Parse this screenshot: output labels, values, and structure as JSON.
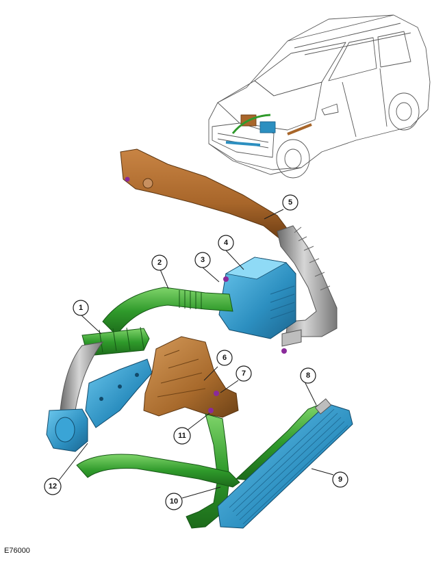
{
  "figure_id": "E76000",
  "callouts": [
    {
      "id": "1",
      "label": "1"
    },
    {
      "id": "2",
      "label": "2"
    },
    {
      "id": "3",
      "label": "3"
    },
    {
      "id": "4",
      "label": "4"
    },
    {
      "id": "5",
      "label": "5"
    },
    {
      "id": "6",
      "label": "6"
    },
    {
      "id": "7",
      "label": "7"
    },
    {
      "id": "8",
      "label": "8"
    },
    {
      "id": "9",
      "label": "9"
    },
    {
      "id": "10",
      "label": "10"
    },
    {
      "id": "11",
      "label": "11"
    },
    {
      "id": "12",
      "label": "12"
    }
  ],
  "colors": {
    "hose_green": "#2f9a2b",
    "hose_dark": "#1c6a1a",
    "intake_blue": "#2c8fc0",
    "intake_blue_dark": "#1c6690",
    "manifold_bronze": "#a86a2c",
    "manifold_dark": "#6e4216",
    "duct_orange": "#a8662a",
    "clamp_purple": "#8a2a9a",
    "pipe_grey": "#9a9a9a"
  }
}
